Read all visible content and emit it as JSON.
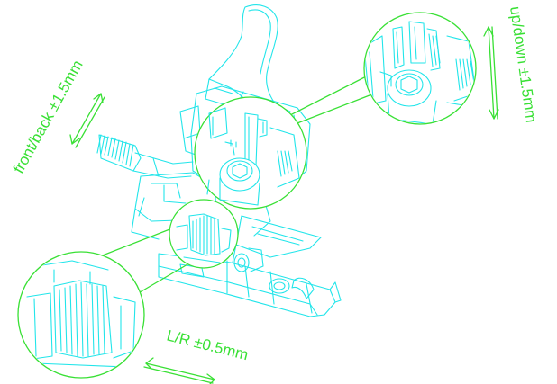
{
  "labels": {
    "front_back": "front/back ±1.5mm",
    "up_down": "up/down ±1.5mm",
    "left_right": "L/R ±0.5mm"
  },
  "colors": {
    "line_art": "#22e5ea",
    "callout": "#39e035",
    "background": "#ffffff"
  }
}
